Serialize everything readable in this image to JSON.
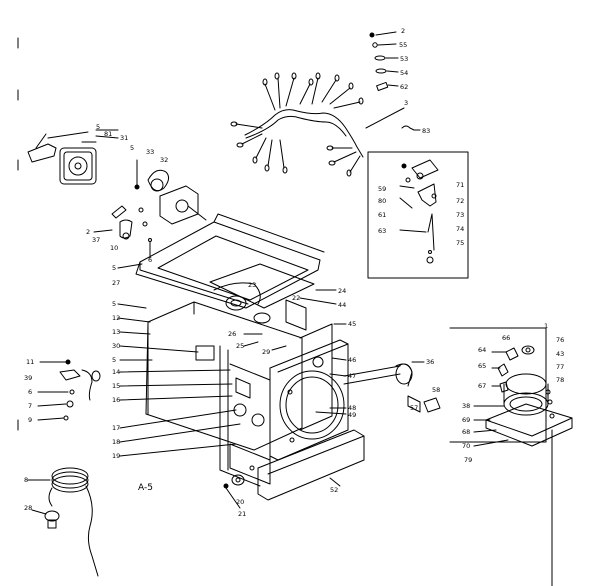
{
  "diagram": {
    "caption": "A-5",
    "labels": [
      {
        "id": "l2a",
        "text": "2"
      },
      {
        "id": "l55",
        "text": "55"
      },
      {
        "id": "l53",
        "text": "53"
      },
      {
        "id": "l54",
        "text": "54"
      },
      {
        "id": "l62",
        "text": "62"
      },
      {
        "id": "l3",
        "text": "3"
      },
      {
        "id": "l83",
        "text": "83"
      },
      {
        "id": "l5a",
        "text": "5"
      },
      {
        "id": "l81",
        "text": "81"
      },
      {
        "id": "l31",
        "text": "31"
      },
      {
        "id": "l5b",
        "text": "5"
      },
      {
        "id": "l33",
        "text": "33"
      },
      {
        "id": "l32",
        "text": "32"
      },
      {
        "id": "l2b",
        "text": "2"
      },
      {
        "id": "l37",
        "text": "37"
      },
      {
        "id": "l10",
        "text": "10"
      },
      {
        "id": "l6a",
        "text": "6"
      },
      {
        "id": "l5c",
        "text": "5"
      },
      {
        "id": "l27",
        "text": "27"
      },
      {
        "id": "l23",
        "text": "23"
      },
      {
        "id": "l22",
        "text": "22"
      },
      {
        "id": "l24",
        "text": "24"
      },
      {
        "id": "l44",
        "text": "44"
      },
      {
        "id": "l45",
        "text": "45"
      },
      {
        "id": "l26",
        "text": "26"
      },
      {
        "id": "l25",
        "text": "25"
      },
      {
        "id": "l29",
        "text": "29"
      },
      {
        "id": "l5d",
        "text": "5"
      },
      {
        "id": "l12",
        "text": "12"
      },
      {
        "id": "l13",
        "text": "13"
      },
      {
        "id": "l30",
        "text": "30"
      },
      {
        "id": "l5e",
        "text": "5"
      },
      {
        "id": "l14",
        "text": "14"
      },
      {
        "id": "l15",
        "text": "15"
      },
      {
        "id": "l16",
        "text": "16"
      },
      {
        "id": "l17",
        "text": "17"
      },
      {
        "id": "l18",
        "text": "18"
      },
      {
        "id": "l19",
        "text": "19"
      },
      {
        "id": "l46",
        "text": "46"
      },
      {
        "id": "l47",
        "text": "47"
      },
      {
        "id": "l36",
        "text": "36"
      },
      {
        "id": "l48",
        "text": "48"
      },
      {
        "id": "l49",
        "text": "49"
      },
      {
        "id": "l58",
        "text": "58"
      },
      {
        "id": "l57",
        "text": "57"
      },
      {
        "id": "l20",
        "text": "20"
      },
      {
        "id": "l21",
        "text": "21"
      },
      {
        "id": "l52",
        "text": "52"
      },
      {
        "id": "l59",
        "text": "59"
      },
      {
        "id": "l80",
        "text": "80"
      },
      {
        "id": "l71",
        "text": "71"
      },
      {
        "id": "l72",
        "text": "72"
      },
      {
        "id": "l61",
        "text": "61"
      },
      {
        "id": "l73",
        "text": "73"
      },
      {
        "id": "l63",
        "text": "63"
      },
      {
        "id": "l74",
        "text": "74"
      },
      {
        "id": "l75",
        "text": "75"
      },
      {
        "id": "l1",
        "text": "1"
      },
      {
        "id": "l64",
        "text": "64"
      },
      {
        "id": "l66",
        "text": "66"
      },
      {
        "id": "l76",
        "text": "76"
      },
      {
        "id": "l43",
        "text": "43"
      },
      {
        "id": "l65",
        "text": "65"
      },
      {
        "id": "l77",
        "text": "77"
      },
      {
        "id": "l78",
        "text": "78"
      },
      {
        "id": "l67",
        "text": "67"
      },
      {
        "id": "l38",
        "text": "38"
      },
      {
        "id": "l69",
        "text": "69"
      },
      {
        "id": "l68",
        "text": "68"
      },
      {
        "id": "l70",
        "text": "70"
      },
      {
        "id": "l79",
        "text": "79"
      },
      {
        "id": "l11",
        "text": "11"
      },
      {
        "id": "l39",
        "text": "39"
      },
      {
        "id": "l6b",
        "text": "6"
      },
      {
        "id": "l7",
        "text": "7"
      },
      {
        "id": "l9",
        "text": "9"
      },
      {
        "id": "l8",
        "text": "8"
      },
      {
        "id": "l28",
        "text": "28"
      }
    ]
  }
}
